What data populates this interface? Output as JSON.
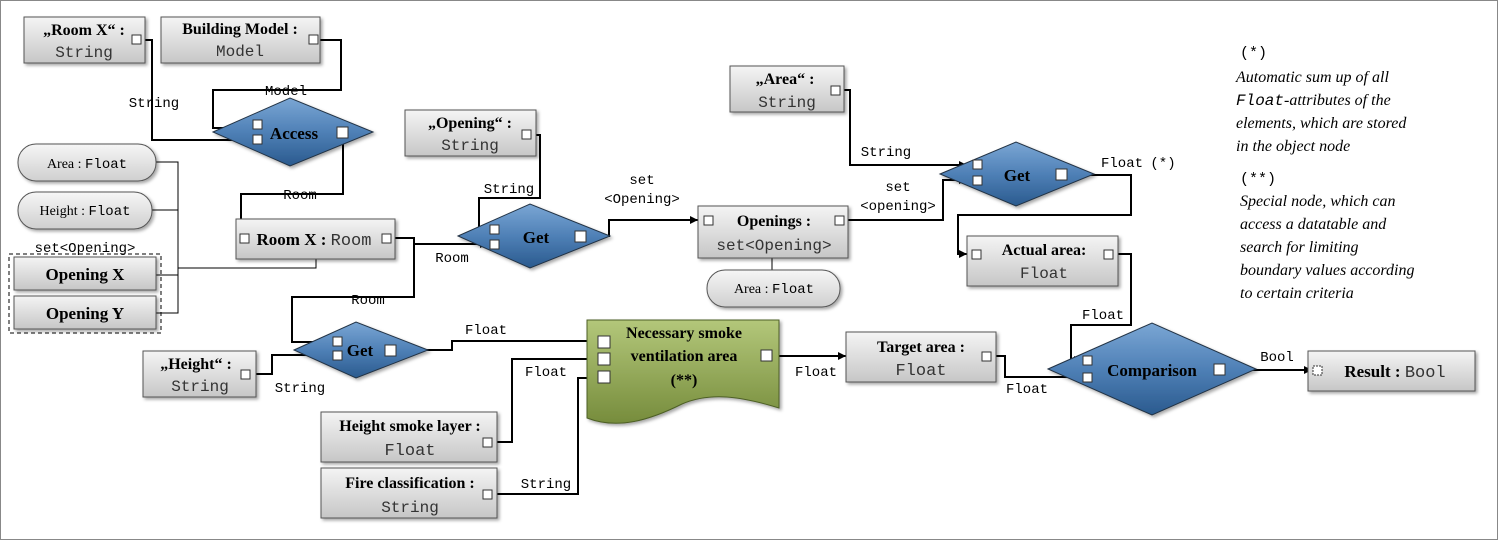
{
  "nodes": {
    "room_x_string": {
      "title": "„Room X“ :",
      "type": "String"
    },
    "building_model": {
      "title": "Building Model :",
      "type": "Model"
    },
    "access": {
      "label": "Access"
    },
    "area_attr": {
      "name": "Area",
      "type": "Float"
    },
    "height_attr": {
      "name": "Height",
      "type": "Float"
    },
    "set_opening_label": "set<Opening>",
    "opening_x": {
      "label": "Opening X"
    },
    "opening_y": {
      "label": "Opening Y"
    },
    "room_x": {
      "name": "Room X",
      "type": "Room"
    },
    "opening_string": {
      "title": "„Opening“ :",
      "type": "String"
    },
    "get1": {
      "label": "Get"
    },
    "openings": {
      "title": "Openings :",
      "type": "set<Opening>"
    },
    "openings_area_attr": {
      "name": "Area",
      "type": "Float"
    },
    "area_string": {
      "title": "„Area“ :",
      "type": "String"
    },
    "get2": {
      "label": "Get"
    },
    "actual_area": {
      "title": "Actual area:",
      "type": "Float"
    },
    "height_string": {
      "title": "„Height“ :",
      "type": "String"
    },
    "get3": {
      "label": "Get"
    },
    "smoke": {
      "line1": "Necessary smoke",
      "line2": "ventilation area",
      "line3": "(**)"
    },
    "height_smoke": {
      "title": "Height smoke layer :",
      "type": "Float"
    },
    "fire_class": {
      "title": "Fire classification :",
      "type": "String"
    },
    "target_area": {
      "title": "Target area :",
      "type": "Float"
    },
    "comparison": {
      "label": "Comparison"
    },
    "result": {
      "name": "Result",
      "type": "Bool"
    }
  },
  "edges": {
    "model": "Model",
    "string1": "String",
    "room1": "Room",
    "string2": "String",
    "set_opening1": "set",
    "set_opening2": "<Opening>",
    "room2": "Room",
    "room3": "Room",
    "string_area": "String",
    "set_lc1": "set",
    "set_lc2": "<opening>",
    "float_star": "Float",
    "star": "(*)",
    "float_get3": "Float",
    "string_height": "String",
    "float_hsl": "Float",
    "string_fire": "String",
    "float_smoke_target": "Float",
    "float_target_comp": "Float",
    "float_actual_comp": "Float",
    "bool": "Bool"
  },
  "notes": {
    "n1_mark": "(*)",
    "n1_line1": "Automatic sum up of all",
    "n1_line2_mono": "Float",
    "n1_line2_rest": "-attributes of the",
    "n1_line3": "elements, which are stored",
    "n1_line4": "in the object node",
    "n2_mark": "(**)",
    "n2_line1": "Special node, which can",
    "n2_line2": "access a datatable and",
    "n2_line3": "search for limiting",
    "n2_line4": "boundary values according",
    "n2_line5": "to certain criteria"
  },
  "colors": {
    "node_fill_top": "#f2f2f2",
    "node_fill_bottom": "#c8c8c8",
    "diamond_top": "#6f9ccb",
    "diamond_bottom": "#2d5e92",
    "smoke_fill": "#9bb05c",
    "smoke_dark": "#6f8536"
  }
}
